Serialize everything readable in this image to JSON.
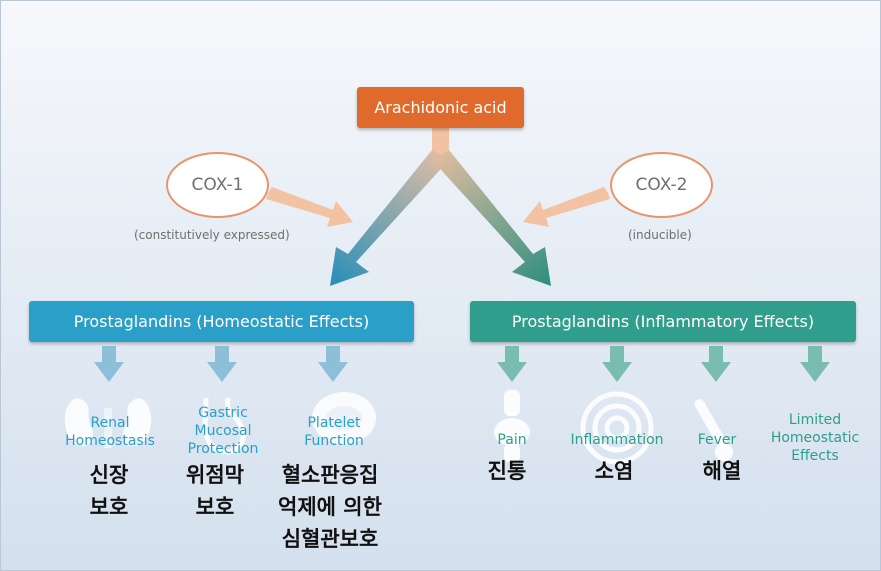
{
  "top": {
    "label": "Arachidonic acid"
  },
  "cox1": {
    "label": "COX-1",
    "note": "(constitutively expressed)"
  },
  "cox2": {
    "label": "COX-2",
    "note": "(inducible)"
  },
  "left_box": {
    "label": "Prostaglandins (Homeostatic Effects)"
  },
  "right_box": {
    "label": "Prostaglandins (Inflammatory Effects)"
  },
  "homeostatic": [
    {
      "lines": [
        "Renal",
        "Homeostasis"
      ],
      "korean": [
        "신장",
        "보호"
      ]
    },
    {
      "lines": [
        "Gastric",
        "Mucosal",
        "Protection"
      ],
      "korean": [
        "위점막",
        "보호"
      ]
    },
    {
      "lines": [
        "Platelet",
        "Function"
      ],
      "korean": [
        "혈소판응집",
        "억제에 의한",
        "심혈관보호"
      ]
    }
  ],
  "inflammatory": [
    {
      "lines": [
        "Pain"
      ],
      "korean": [
        "진통"
      ]
    },
    {
      "lines": [
        "Inflammation"
      ],
      "korean": [
        "소염"
      ]
    },
    {
      "lines": [
        "Fever"
      ],
      "korean": [
        "해열"
      ]
    },
    {
      "lines": [
        "Limited",
        "Homeostatic",
        "Effects"
      ],
      "korean": []
    }
  ],
  "colors": {
    "orange": "#e06a2b",
    "blue": "#2a9fc7",
    "teal": "#2f9e8c",
    "peach": "#f2c2a2"
  },
  "icons": [
    "kidney-icon",
    "stomach-icon",
    "platelet-icon",
    "joint-icon",
    "target-icon",
    "thermometer-icon"
  ]
}
